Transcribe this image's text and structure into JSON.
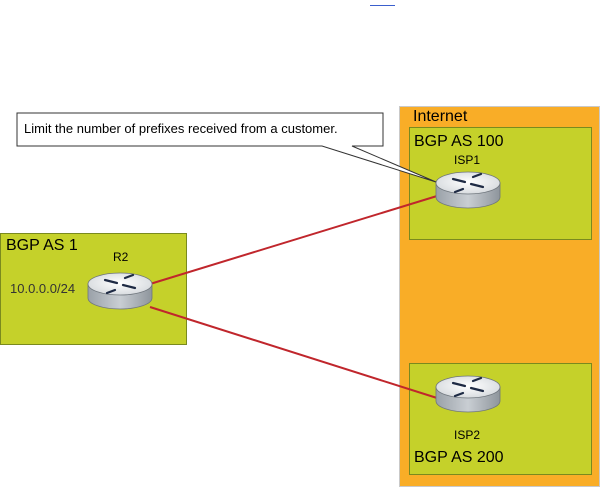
{
  "colors": {
    "internet_fill": "#f9ad27",
    "as_fill": "#c5d12a",
    "link_color": "#c0262c",
    "router_body": "#dde1e5"
  },
  "callout": {
    "text": "Limit the number of prefixes received from a customer."
  },
  "internet": {
    "label": "Internet",
    "as100": {
      "label": "BGP AS 100",
      "router": "ISP1"
    },
    "as200": {
      "label": "BGP AS 200",
      "router": "ISP2"
    }
  },
  "customer": {
    "label": "BGP AS 1",
    "router": "R2",
    "prefix": "10.0.0.0/24"
  },
  "links": [
    {
      "from": "R2",
      "to": "ISP1"
    },
    {
      "from": "R2",
      "to": "ISP2"
    }
  ]
}
